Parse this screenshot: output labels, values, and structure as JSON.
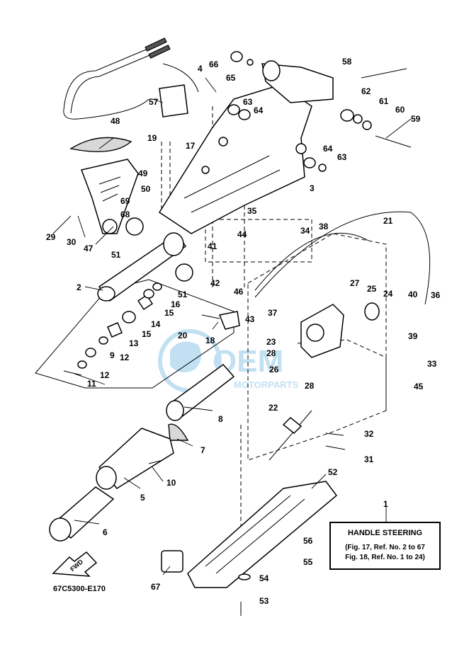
{
  "diagram": {
    "part_numbers": [
      "1",
      "2",
      "3",
      "4",
      "5",
      "6",
      "7",
      "8",
      "9",
      "10",
      "11",
      "12",
      "12",
      "13",
      "14",
      "15",
      "15",
      "16",
      "17",
      "18",
      "19",
      "20",
      "21",
      "22",
      "23",
      "24",
      "25",
      "26",
      "27",
      "28",
      "28",
      "29",
      "30",
      "31",
      "32",
      "33",
      "34",
      "35",
      "36",
      "37",
      "38",
      "39",
      "40",
      "41",
      "42",
      "43",
      "44",
      "45",
      "46",
      "47",
      "48",
      "49",
      "50",
      "51",
      "51",
      "52",
      "53",
      "54",
      "55",
      "56",
      "57",
      "58",
      "59",
      "60",
      "61",
      "62",
      "63",
      "63",
      "64",
      "64",
      "65",
      "66",
      "67",
      "68",
      "69"
    ],
    "fwd_label": "FWD",
    "drawing_code": "67C5300-E170",
    "watermark_main": "OEM",
    "watermark_sub": "MOTORPARTS",
    "label_color": "#000000",
    "watermark_color": "#8fc8e8"
  },
  "note": {
    "title": "HANDLE STEERING",
    "lines": [
      "(Fig. 17, Ref. No. 2 to 67",
      "Fig. 18, Ref. No. 1 to 24)"
    ]
  }
}
